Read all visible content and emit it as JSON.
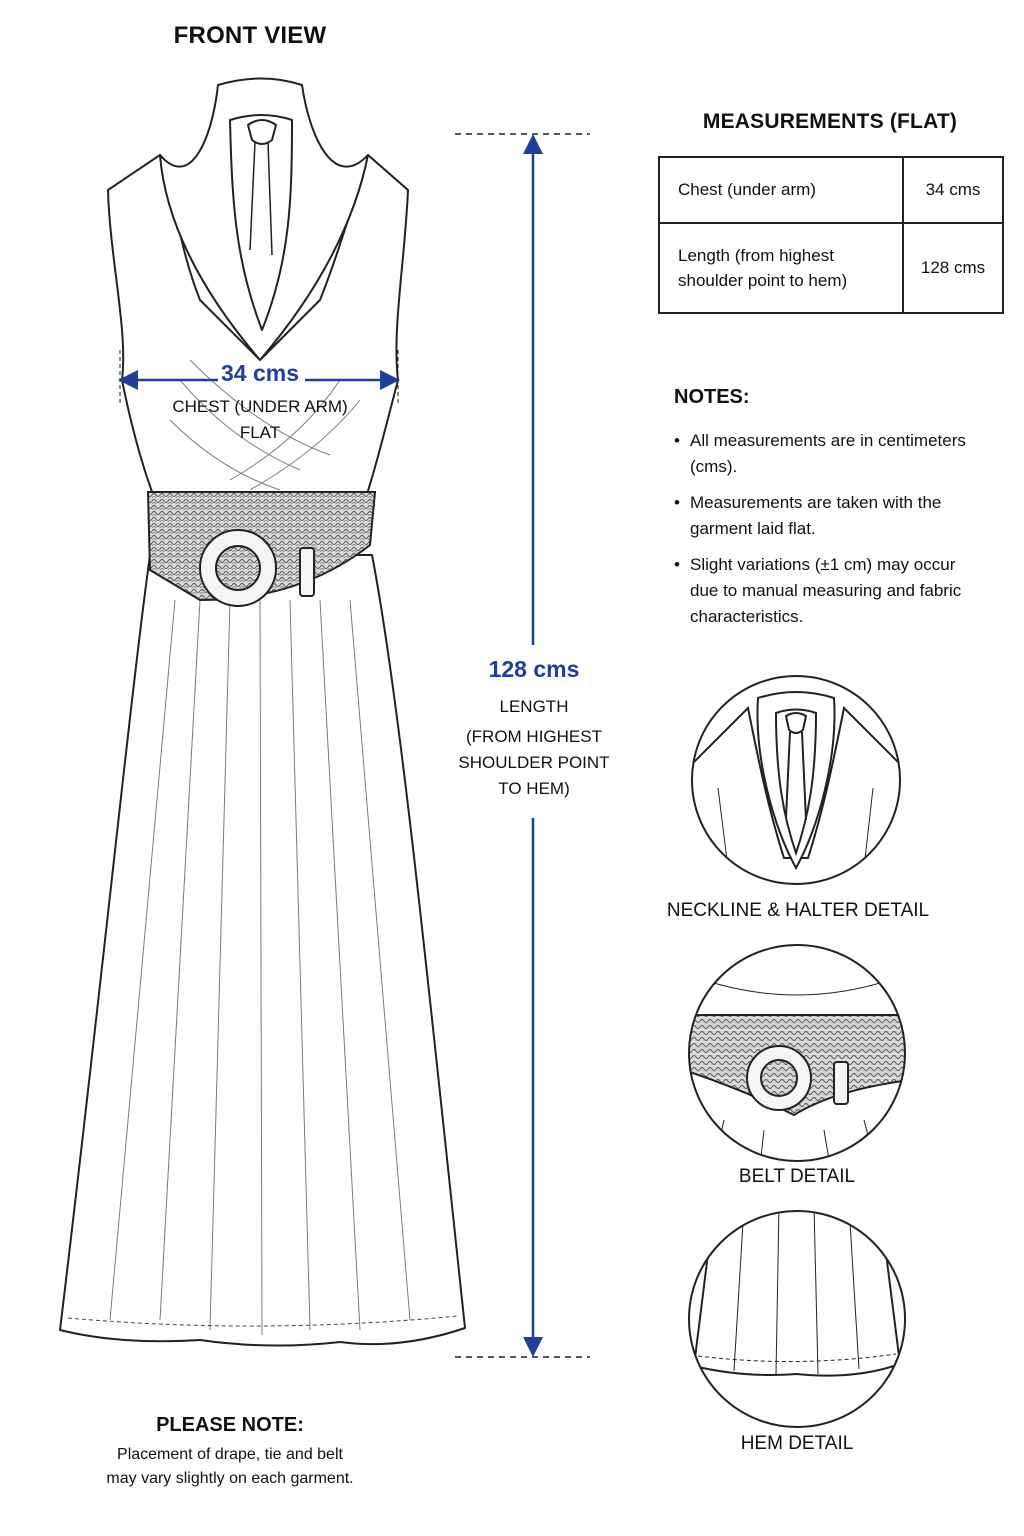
{
  "front_view": {
    "title": "FRONT VIEW"
  },
  "chest": {
    "value": "34 cms",
    "label_1": "CHEST (UNDER ARM)",
    "label_2": "FLAT"
  },
  "length": {
    "value": "128 cms",
    "label_1": "LENGTH",
    "label_2": "(FROM HIGHEST",
    "label_3": "SHOULDER POINT",
    "label_4": "TO HEM)"
  },
  "measurements": {
    "title": "MEASUREMENTS (FLAT)",
    "rows": [
      {
        "name_1": "Chest (under arm)",
        "name_2": "",
        "value": "34 cms"
      },
      {
        "name_1": "Length (from highest",
        "name_2": "shoulder point to hem)",
        "value": "128 cms"
      }
    ]
  },
  "notes": {
    "title": "NOTES:",
    "items": [
      "All measurements are in centimeters (cms).",
      "Measurements are taken with the garment laid flat.",
      "Slight variations (±1 cm) may occur due to manual measuring and fabric characteristics."
    ]
  },
  "details": {
    "neckline": "NECKLINE & HALTER DETAIL",
    "belt": "BELT DETAIL",
    "hem": "HEM DETAIL"
  },
  "please_note": {
    "title": "PLEASE NOTE:",
    "line_1": "Placement of drape, tie and belt",
    "line_2": "may vary slightly on each garment."
  },
  "colors": {
    "accent_blue": "#1f3f99",
    "line": "#222222",
    "belt": "#6b6b6b"
  }
}
